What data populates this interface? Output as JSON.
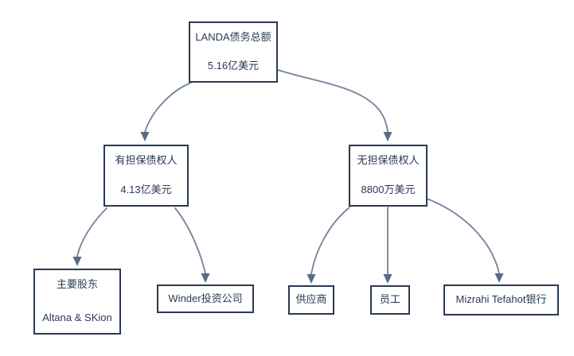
{
  "colors": {
    "box_border": "#2b3a52",
    "text": "#2b3a52",
    "connector": "#72829e",
    "arrowhead": "#5a6b87",
    "background": "#ffffff"
  },
  "nodes": {
    "total": {
      "line1": "LANDA债务总额",
      "line2": "5.16亿美元"
    },
    "secured": {
      "line1": "有担保债权人",
      "line2": "4.13亿美元"
    },
    "unsecured": {
      "line1": "无担保债权人",
      "line2": "8800万美元"
    },
    "shareholders": {
      "line1": "主要股东",
      "line2": "Altana & SKion"
    },
    "winder": {
      "label": "Winder投资公司"
    },
    "suppliers": {
      "label": "供应商"
    },
    "employees": {
      "label": "员工"
    },
    "mizrahi": {
      "label": "Mizrahi Tefahot银行"
    }
  },
  "edges": [
    {
      "from": "total",
      "to": "secured"
    },
    {
      "from": "total",
      "to": "unsecured"
    },
    {
      "from": "secured",
      "to": "shareholders"
    },
    {
      "from": "secured",
      "to": "winder"
    },
    {
      "from": "unsecured",
      "to": "suppliers"
    },
    {
      "from": "unsecured",
      "to": "employees"
    },
    {
      "from": "unsecured",
      "to": "mizrahi"
    }
  ]
}
